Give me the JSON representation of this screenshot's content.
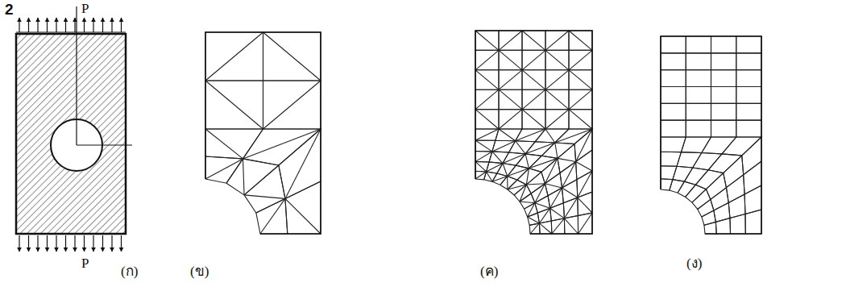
{
  "diagram": {
    "labels": [
      "2",
      "P",
      "P",
      "(ก)",
      "(ข)",
      "(ค)",
      "(ง)"
    ]
  }
}
